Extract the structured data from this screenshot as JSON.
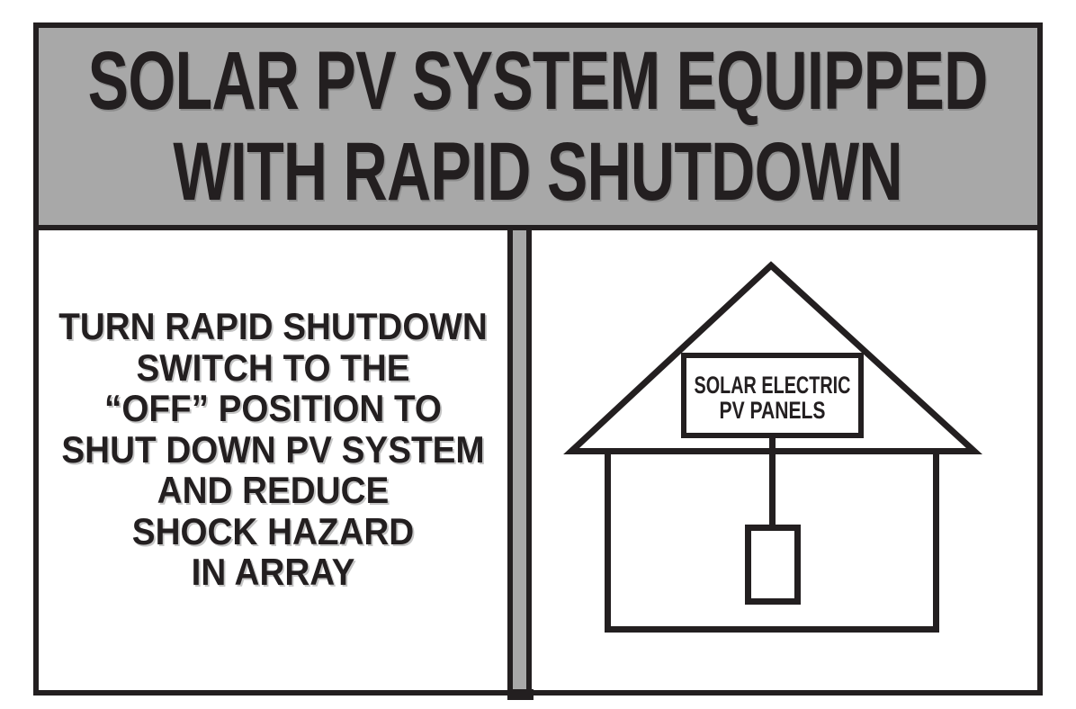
{
  "colors": {
    "header_bg": "#a8a8a8",
    "ink": "#231f20",
    "panel_bg": "#ffffff"
  },
  "header": {
    "line1": "SOLAR PV SYSTEM EQUIPPED",
    "line2": "WITH RAPID SHUTDOWN"
  },
  "instruction_panel": {
    "lines": [
      "TURN RAPID SHUTDOWN",
      "SWITCH TO THE",
      "“OFF” POSITION TO",
      "SHUT DOWN PV SYSTEM",
      "AND REDUCE",
      "SHOCK HAZARD",
      "IN ARRAY"
    ]
  },
  "diagram_panel": {
    "house_label": {
      "line1": "SOLAR ELECTRIC",
      "line2": "PV PANELS"
    }
  }
}
